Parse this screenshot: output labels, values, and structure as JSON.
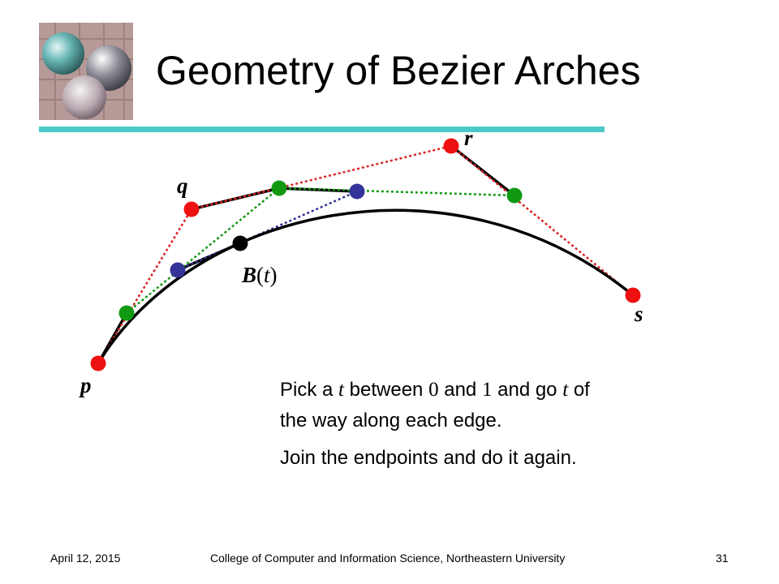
{
  "slide": {
    "title": "Geometry of Bezier Arches",
    "logo_icon": "raytraced-spheres-logo",
    "accent_color": "#4cc8c8"
  },
  "diagram": {
    "labels": {
      "p": "p",
      "q": "q",
      "r": "r",
      "s": "s",
      "B": "B",
      "t": "t"
    },
    "colors": {
      "control_point": "#ee1111",
      "level1_point": "#119911",
      "level2_point": "#333399",
      "curve_point": "#000000",
      "red_dotted": "#dd2222",
      "green_dotted": "#119911",
      "blue_dotted": "#333399"
    }
  },
  "text": {
    "line1_a": "Pick a ",
    "line1_t1": "t",
    "line1_b": " between ",
    "line1_zero": "0",
    "line1_c": " and ",
    "line1_one": "1",
    "line1_d": " and go ",
    "line1_t2": "t",
    "line1_e": " of",
    "line2": "the way along each edge.",
    "line3": "Join the endpoints and do it again."
  },
  "footer": {
    "date": "April 12, 2015",
    "institution": "College of Computer and Information Science, Northeastern University",
    "page_number": "31"
  }
}
